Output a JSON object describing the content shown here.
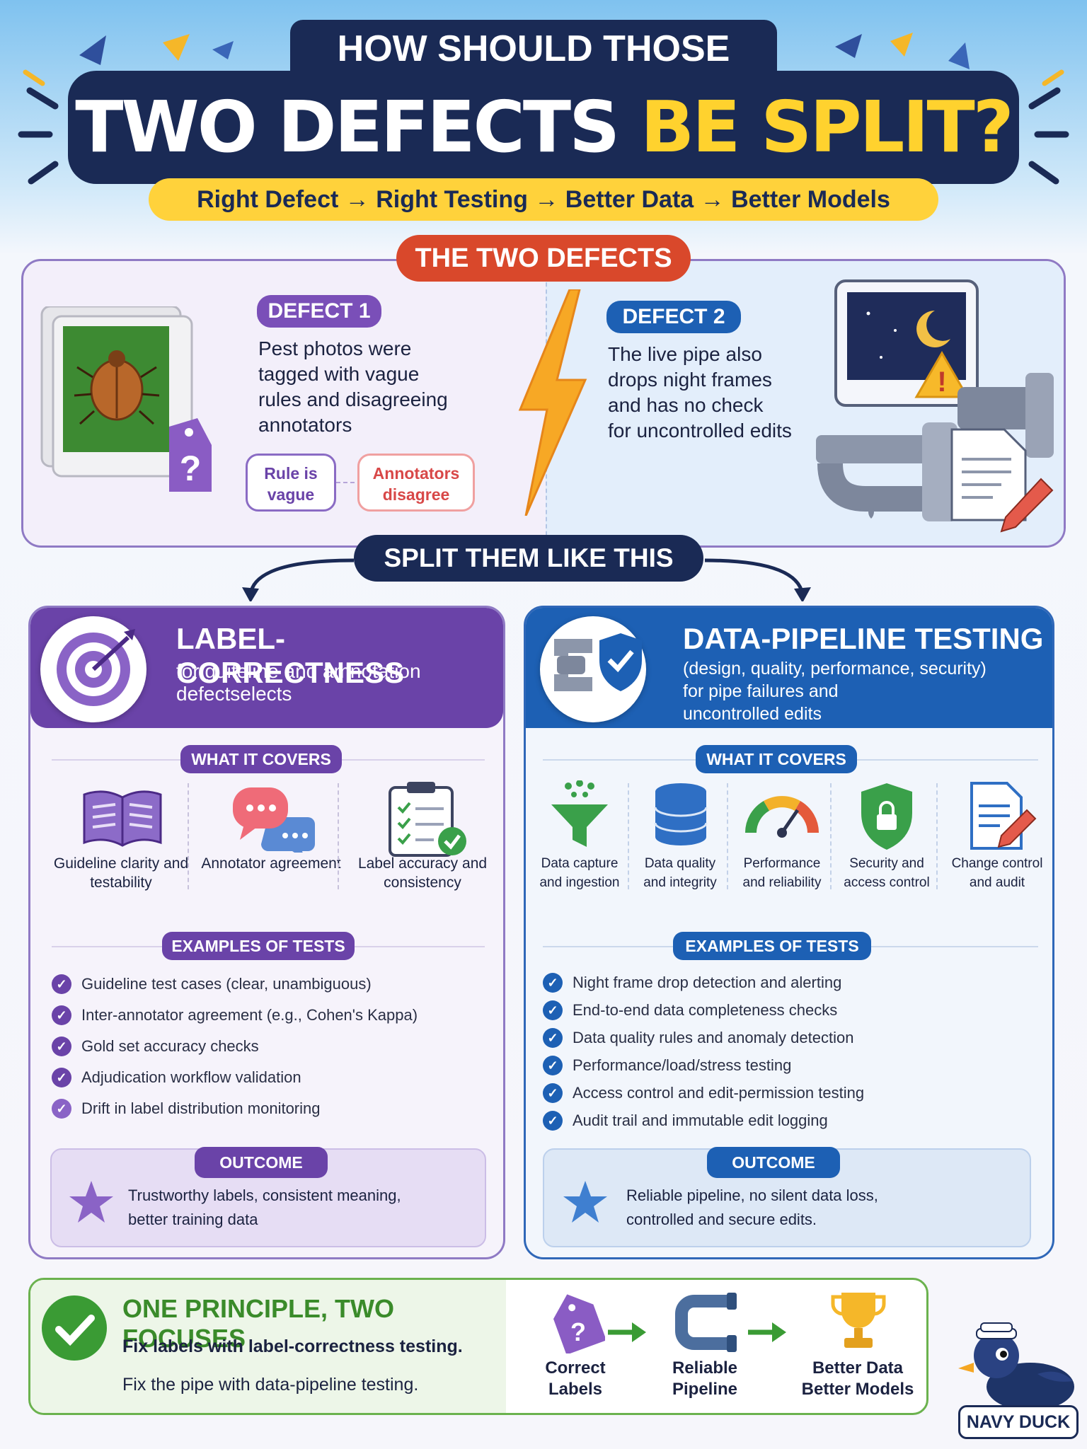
{
  "header": {
    "title_top": "HOW SHOULD THOSE",
    "title_main_white": "TWO DEFECTS",
    "title_main_yellow": "BE SPLIT?",
    "tagline": "Right Defect → Right Testing → Better Data → Better Models"
  },
  "defects": {
    "panel_title": "THE TWO DEFECTS",
    "defect1": {
      "label": "DEFECT 1",
      "text_lines": [
        "Pest photos were",
        "tagged with vague",
        "rules and disagreeing",
        "annotators"
      ],
      "chip_rule": "Rule is vague",
      "chip_annotators": "Annotators disagree"
    },
    "defect2": {
      "label": "DEFECT 2",
      "text_lines": [
        "The live pipe also",
        "drops night frames",
        "and has no check",
        "for uncontrolled edits"
      ]
    }
  },
  "split": {
    "label": "SPLIT THEM LIKE THIS"
  },
  "left_col": {
    "title": "LABEL-CORRECTNESS",
    "subtitle_lines": [
      "for guiteline and amnotation",
      "defectselects"
    ],
    "covers_tag": "WHAT IT COVERS",
    "covers": [
      {
        "label": "Guideline clarity and testability",
        "icon": "book-icon"
      },
      {
        "label": "Annotator agreement",
        "icon": "chat-bubbles-icon"
      },
      {
        "label": "Label accuracy and consistency",
        "icon": "clipboard-check-icon"
      }
    ],
    "examples_tag": "EXAMPLES OF TESTS",
    "examples": [
      "Guideline test cases (clear, unambiguous)",
      "Inter-annotator agreement (e.g., Cohen's Kappa)",
      "Gold set accuracy checks",
      "Adjudication workflow validation",
      "Drift in label distribution monitoring"
    ],
    "outcome_tag": "OUTCOME",
    "outcome_lines": [
      "Trustworthy labels, consistent meaning,",
      "better training data"
    ],
    "accent": "#6a43a8"
  },
  "right_col": {
    "title": "DATA-PIPELINE TESTING",
    "subtitle_lines": [
      "(design, quality, performance, security)",
      "for pipe failures and",
      "uncontrolled edits"
    ],
    "covers_tag": "WHAT IT COVERS",
    "covers": [
      {
        "label": "Data capture and ingestion",
        "icon": "funnel-icon"
      },
      {
        "label": "Data quality and integrity",
        "icon": "database-icon"
      },
      {
        "label": "Performance and reliability",
        "icon": "gauge-icon"
      },
      {
        "label": "Security and access control",
        "icon": "shield-lock-icon"
      },
      {
        "label": "Change control and audit",
        "icon": "document-pen-icon"
      }
    ],
    "examples_tag": "EXAMPLES OF TESTS",
    "examples": [
      "Night frame drop detection and alerting",
      "End-to-end data completeness checks",
      "Data quality rules and anomaly detection",
      "Performance/load/stress testing",
      "Access control and edit-permission testing",
      "Audit trail and immutable edit logging"
    ],
    "outcome_tag": "OUTCOME",
    "outcome_lines": [
      "Reliable pipeline, no silent data loss,",
      "controlled and secure edits."
    ],
    "accent": "#1d60b4"
  },
  "bottom": {
    "title": "ONE PRINCIPLE, TWO FOCUSES",
    "line1": "Fix labels with label-correctness testing.",
    "line2": "Fix the pipe with data-pipeline testing.",
    "flow": [
      {
        "label_lines": [
          "Correct",
          "Labels"
        ],
        "icon": "tag-question-icon"
      },
      {
        "label_lines": [
          "Reliable",
          "Pipeline"
        ],
        "icon": "pipe-icon"
      },
      {
        "label_lines": [
          "Better Data",
          "Better Models"
        ],
        "icon": "trophy-icon"
      }
    ]
  },
  "brand": {
    "badge": "NAVY DUCK"
  }
}
